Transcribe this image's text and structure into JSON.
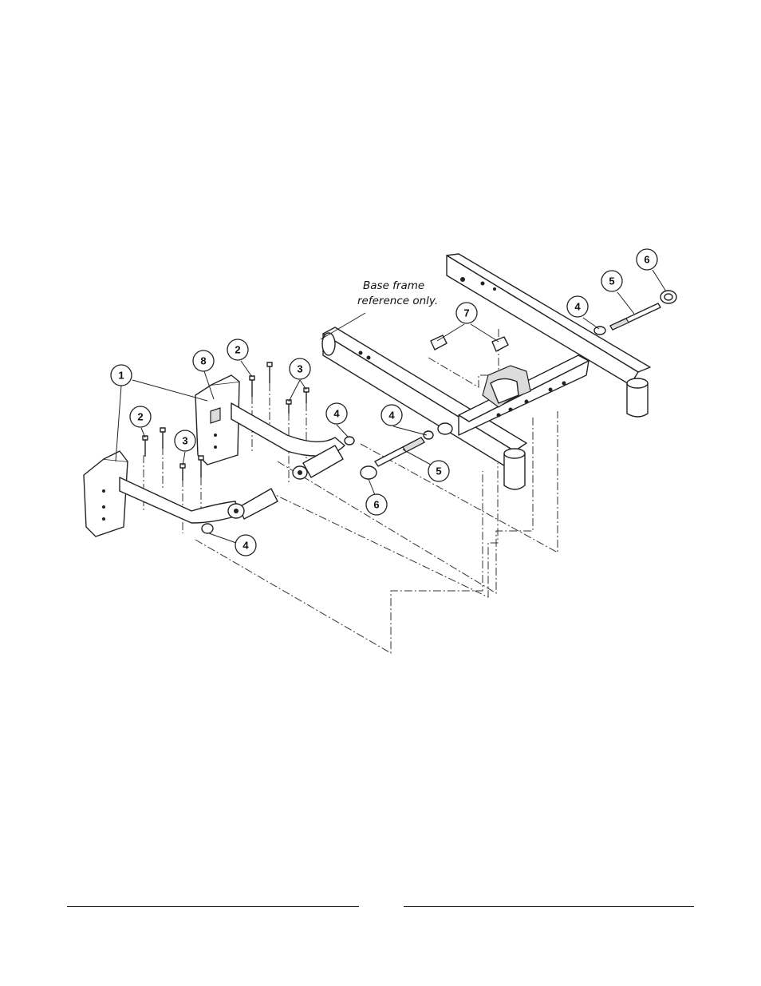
{
  "diagram": {
    "note_lines": [
      "Base frame",
      "reference only."
    ],
    "callouts": [
      {
        "id": "c1",
        "label": "1"
      },
      {
        "id": "c8",
        "label": "8"
      },
      {
        "id": "c2a",
        "label": "2"
      },
      {
        "id": "c3a",
        "label": "3"
      },
      {
        "id": "c2b",
        "label": "2"
      },
      {
        "id": "c3b",
        "label": "3"
      },
      {
        "id": "c4a",
        "label": "4"
      },
      {
        "id": "c4b",
        "label": "4"
      },
      {
        "id": "c5a",
        "label": "5"
      },
      {
        "id": "c6a",
        "label": "6"
      },
      {
        "id": "c4c",
        "label": "4"
      },
      {
        "id": "c7",
        "label": "7"
      },
      {
        "id": "c4d",
        "label": "4"
      },
      {
        "id": "c5b",
        "label": "5"
      },
      {
        "id": "c6b",
        "label": "6"
      }
    ]
  }
}
